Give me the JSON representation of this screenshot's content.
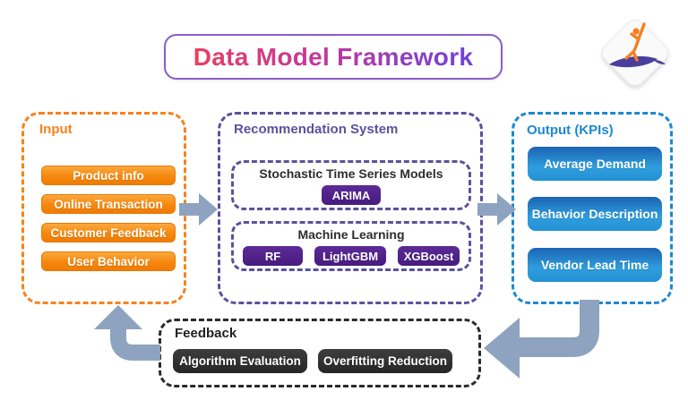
{
  "title": "Data Model Framework",
  "logo": {
    "icon": "leaping-figure-logo"
  },
  "sections": {
    "input": {
      "label": "Input",
      "items": [
        "Product info",
        "Online Transaction",
        "Customer Feedback",
        "User Behavior"
      ]
    },
    "recommendation": {
      "label": "Recommendation System",
      "subsections": [
        {
          "title": "Stochastic Time Series Models",
          "items": [
            "ARIMA"
          ]
        },
        {
          "title": "Machine Learning",
          "items": [
            "RF",
            "LightGBM",
            "XGBoost"
          ]
        }
      ]
    },
    "output": {
      "label": "Output (KPIs)",
      "items": [
        "Average Demand",
        "Behavior Description",
        "Vendor Lead Time"
      ]
    },
    "feedback": {
      "label": "Feedback",
      "items": [
        "Algorithm Evaluation",
        "Overfitting Reduction"
      ]
    }
  },
  "colors": {
    "input_accent": "#F58220",
    "recommendation_accent": "#5A529E",
    "output_accent": "#1E88CF",
    "feedback_accent": "#222222",
    "deep_purple_button": "#4C2088",
    "blue_button": "#2F9EDD",
    "arrow": "#8DA3C0",
    "title_gradient_start": "#E8405F",
    "title_gradient_end": "#6D43D8"
  }
}
